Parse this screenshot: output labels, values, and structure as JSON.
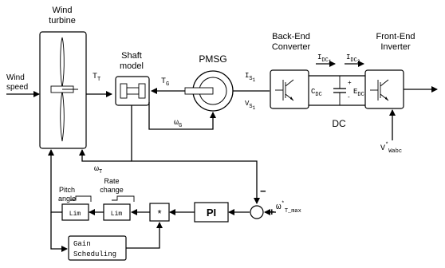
{
  "wind_turbine": {
    "label_line1": "Wind",
    "label_line2": "turbine"
  },
  "wind_speed": {
    "line1": "Wind",
    "line2": "speed"
  },
  "torque_turbine": {
    "sym": "T",
    "sub": "T"
  },
  "shaft_model": {
    "line1": "Shaft",
    "line2": "model"
  },
  "pmsg": {
    "label": "PMSG"
  },
  "torque_gen": {
    "sym": "T",
    "sub": "G"
  },
  "omega_g": {
    "sym": "ω",
    "sub": "G"
  },
  "omega_t": {
    "sym": "ω",
    "sub": "T"
  },
  "stator_current": {
    "sym": "I",
    "sub": "S",
    "subsub": "1"
  },
  "stator_voltage": {
    "sym": "V",
    "sub": "S",
    "subsub": "1"
  },
  "back_end_converter": {
    "line1": "Back-End",
    "line2": "Converter"
  },
  "front_end_inverter": {
    "line1": "Front-End",
    "line2": "Inverter"
  },
  "idc1": {
    "sym": "I",
    "sub": "DC",
    "subsub": "1"
  },
  "idc2": {
    "sym": "I",
    "sub": "DC",
    "subsub": "2"
  },
  "cdc": {
    "sym": "C",
    "sub": "DC"
  },
  "edc": {
    "sym": "E",
    "sub": "DC"
  },
  "cap_plus": "+",
  "cap_minus": "-",
  "dc_label": "DC",
  "vwabc": {
    "sym": "V",
    "star": "*",
    "sub": "Wabc"
  },
  "pitch_angle": {
    "line1": "Pitch",
    "line2": "angle"
  },
  "rate_change": {
    "line1": "Rate",
    "line2": "change"
  },
  "lim1": "Lim",
  "lim2": "Lim",
  "multiplier": "*",
  "pi": "PI",
  "sum_minus": "−",
  "sum_plus": "+",
  "omega_ref": {
    "sym": "ω",
    "star": "*",
    "sub": "T_max"
  },
  "gain_scheduling": {
    "line1": "Gain",
    "line2": "Scheduling"
  }
}
